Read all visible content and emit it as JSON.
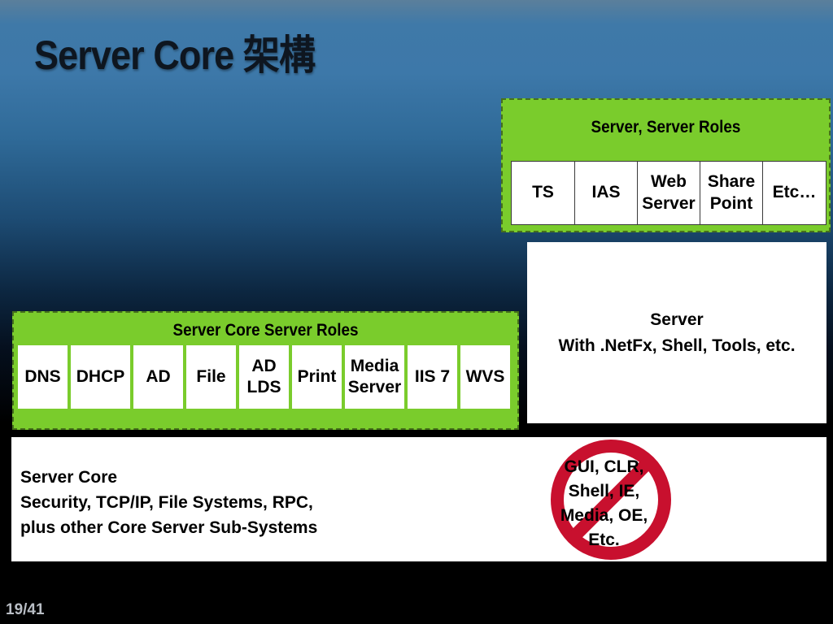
{
  "slide": {
    "title": "Server Core 架構",
    "page_number": "19/41"
  },
  "server_roles": {
    "label": "Server, Server Roles",
    "items": [
      {
        "line1": "TS",
        "line2": ""
      },
      {
        "line1": "IAS",
        "line2": ""
      },
      {
        "line1": "Web",
        "line2": "Server"
      },
      {
        "line1": "Share",
        "line2": "Point"
      },
      {
        "line1": "Etc…",
        "line2": ""
      }
    ]
  },
  "server_box": {
    "line1": "Server",
    "line2": "With .NetFx, Shell, Tools, etc."
  },
  "core_roles": {
    "label": "Server Core Server Roles",
    "items": [
      {
        "line1": "DNS",
        "line2": ""
      },
      {
        "line1": "DHCP",
        "line2": ""
      },
      {
        "line1": "AD",
        "line2": ""
      },
      {
        "line1": "File",
        "line2": ""
      },
      {
        "line1": "AD",
        "line2": "LDS"
      },
      {
        "line1": "Print",
        "line2": ""
      },
      {
        "line1": "Media",
        "line2": "Server"
      },
      {
        "line1": "IIS 7",
        "line2": ""
      },
      {
        "line1": "WVS",
        "line2": ""
      }
    ]
  },
  "core_box": {
    "line1": "Server Core",
    "line2": "Security, TCP/IP, File Systems, RPC,",
    "line3": "plus other Core Server Sub-Systems"
  },
  "excluded": {
    "line1": "GUI, CLR,",
    "line2": "Shell, IE,",
    "line3": "Media, OE,",
    "line4": "Etc.",
    "icon": "prohibited-icon",
    "color": "#c8102e"
  },
  "colors": {
    "green": "#7acc2c",
    "title": "#0e1620"
  }
}
